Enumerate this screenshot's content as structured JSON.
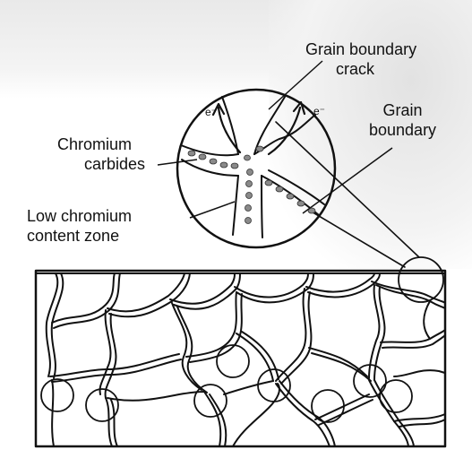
{
  "labels": {
    "grain_boundary_crack_line1": "Grain boundary",
    "grain_boundary_crack_line2": "crack",
    "grain_boundary_line1": "Grain",
    "grain_boundary_line2": "boundary",
    "chromium_carbides_line1": "Chromium",
    "chromium_carbides_line2": "carbides",
    "low_chromium_line1": "Low chromium",
    "low_chromium_line2": "content zone",
    "electron_left": "e⁻",
    "electron_right": "e⁻"
  },
  "colors": {
    "ink": "#111111",
    "carbide": "#8a8a8a"
  }
}
